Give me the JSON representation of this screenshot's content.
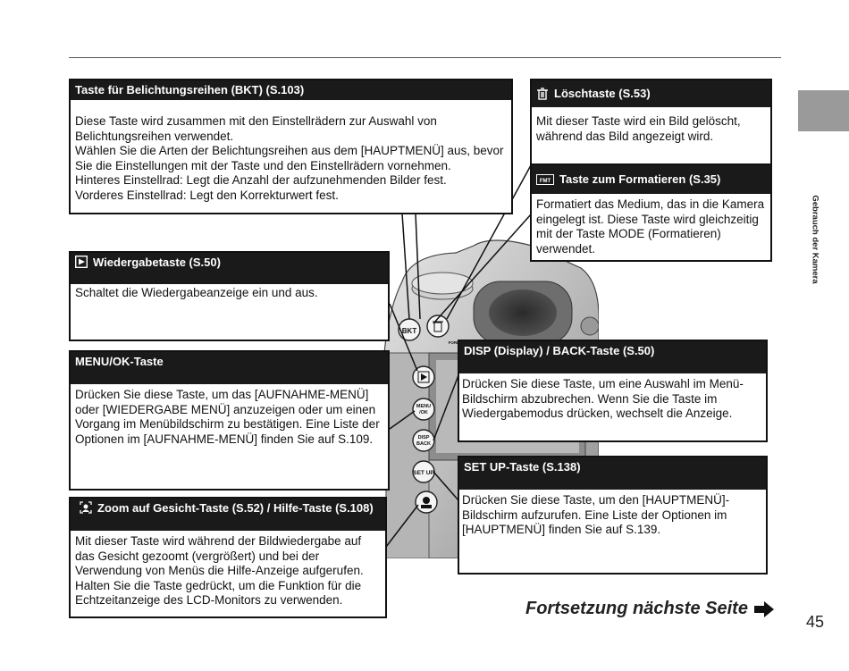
{
  "side_label": "Gebrauch der Kamera",
  "page_number": "45",
  "footer": {
    "text": "Fortsetzung nächste Seite"
  },
  "camera_buttons": {
    "bkt": "BKT",
    "menu_line1": "MENU",
    "menu_line2": "/OK",
    "disp_line1": "DISP",
    "disp_line2": "BACK",
    "setup": "SET UP",
    "formatieren": "FORMATIEREN"
  },
  "sections": {
    "bkt": {
      "title": "Taste für Belichtungsreihen (BKT) (S.103)",
      "body": "Diese Taste wird zusammen mit den Einstellrädern zur Auswahl von Belichtungsreihen verwendet.\nWählen Sie die Arten der Belichtungsreihen aus dem [HAUPTMENÜ] aus, bevor Sie die Einstellungen mit der Taste und den Einstellrädern vornehmen.\nHinteres Einstellrad: Legt die Anzahl der aufzunehmenden Bilder fest.\nVorderes Einstellrad: Legt den Korrekturwert fest."
    },
    "delete": {
      "icon": "trash-icon",
      "title": "Löschtaste (S.53)",
      "body": "Mit dieser Taste wird ein Bild gelöscht, während das Bild angezeigt wird."
    },
    "format": {
      "icon": "format-icon",
      "title": "Taste zum Formatieren (S.35)",
      "body": "Formatiert das Medium, das in die Kamera eingelegt ist. Diese Taste wird gleichzeitig mit der Taste MODE (Formatieren) verwendet."
    },
    "playback": {
      "icon": "play-icon",
      "title": "Wiedergabetaste (S.50)",
      "body": "Schaltet die Wiedergabeanzeige ein und aus."
    },
    "menu": {
      "title": "MENU/OK-Taste",
      "body": "Drücken Sie diese Taste, um das [AUFNAHME-MENÜ] oder [WIEDERGABE MENÜ] anzuzeigen oder um einen Vorgang im Menübildschirm zu bestätigen. Eine Liste der Optionen im [AUFNAHME-MENÜ] finden Sie auf S.109."
    },
    "disp": {
      "title": "DISP (Display) / BACK-Taste (S.50)",
      "body": "Drücken Sie diese Taste, um eine Auswahl im Menü-Bildschirm abzubrechen. Wenn Sie die Taste im Wiedergabemodus drücken, wechselt die Anzeige."
    },
    "setup": {
      "title": "SET UP-Taste (S.138)",
      "body": "Drücken Sie diese Taste, um den [HAUPTMENÜ]-Bildschirm aufzurufen. Eine Liste der Optionen im [HAUPTMENÜ] finden Sie auf S.139."
    },
    "face": {
      "icon": "face-zoom-icon",
      "title": "Zoom auf Gesicht-Taste (S.52) / Hilfe-Taste (S.108)",
      "body": "Mit dieser Taste wird während der Bildwiedergabe auf das Gesicht gezoomt (vergrößert) und bei der Verwendung von Menüs die Hilfe-Anzeige aufgerufen. Halten Sie die Taste gedrückt, um die Funktion für die Echtzeitanzeige des LCD-Monitors zu verwenden."
    }
  }
}
